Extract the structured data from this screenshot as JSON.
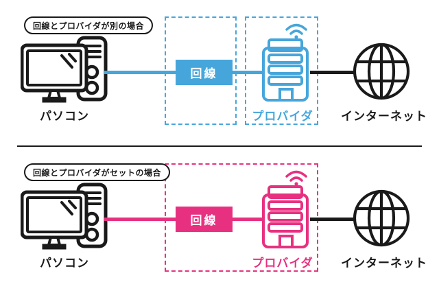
{
  "colors": {
    "ink": "#1a1a1a",
    "background": "#ffffff"
  },
  "sections": [
    {
      "id": "separate",
      "title": "回線とプロバイダが別の場合",
      "accent": "#46A6DB",
      "nodes": {
        "pc": "パソコン",
        "line": "回線",
        "provider": "プロバイダ",
        "internet": "インターネット"
      }
    },
    {
      "id": "set",
      "title": "回線とプロバイダがセットの場合",
      "accent": "#E73180",
      "nodes": {
        "pc": "パソコン",
        "line": "回線",
        "provider": "プロバイダ",
        "internet": "インターネット"
      }
    }
  ],
  "icons": {
    "pc": "desktop-computer-icon",
    "provider": "office-building-wifi-icon",
    "internet": "globe-icon"
  }
}
